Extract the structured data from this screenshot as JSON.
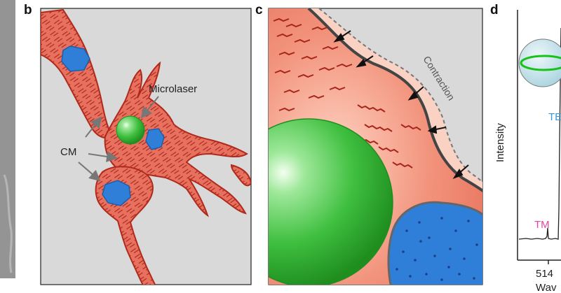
{
  "panels": {
    "b": {
      "letter": "b",
      "labels": {
        "microlaser": "Microlaser",
        "cm": "CM"
      }
    },
    "c": {
      "letter": "c",
      "labels": {
        "contraction": "Contraction"
      }
    },
    "d": {
      "letter": "d",
      "labels": {
        "y_axis": "Intensity",
        "te_mode": "TE",
        "tm_mode": "TM",
        "x_tick": "514",
        "x_axis": "Wav"
      }
    }
  },
  "colors": {
    "cell_fill": "#e8705e",
    "cell_stroke": "#b02a1c",
    "striation": "#a8251b",
    "nucleus": "#2f7fd8",
    "microlaser": "#3fbf3f",
    "background_panel": "#d9d9d9",
    "te_label": "#3a9ad9",
    "tm_label": "#e0489a"
  }
}
